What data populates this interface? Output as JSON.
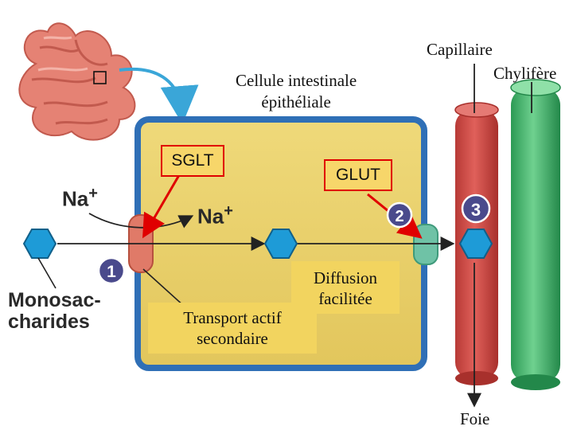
{
  "labels": {
    "cell": "Cellule intestinale\népithéliale",
    "capillaire": "Capillaire",
    "chylifere": "Chylifère",
    "sglt": "SGLT",
    "glut": "GLUT",
    "na_outside": "Na",
    "na_inside": "Na",
    "plus": "+",
    "monosaccharides": "Monosac-\ncharides",
    "transport": "Transport actif\nsecondaire",
    "diffusion": "Diffusion\nfacilitée",
    "foie": "Foie"
  },
  "steps": [
    "1",
    "2",
    "3"
  ],
  "colors": {
    "cell_fill": "#e9cf69",
    "cell_border": "#2f6fb6",
    "capillary": "#d9534f",
    "lacteal": "#3db36b",
    "hexagon": "#1e9bd7",
    "transporter_sglt": "#e07a68",
    "transporter_glut": "#6fc2a6",
    "step_circle": "#4a4a8c",
    "pointer": "#e00000"
  }
}
